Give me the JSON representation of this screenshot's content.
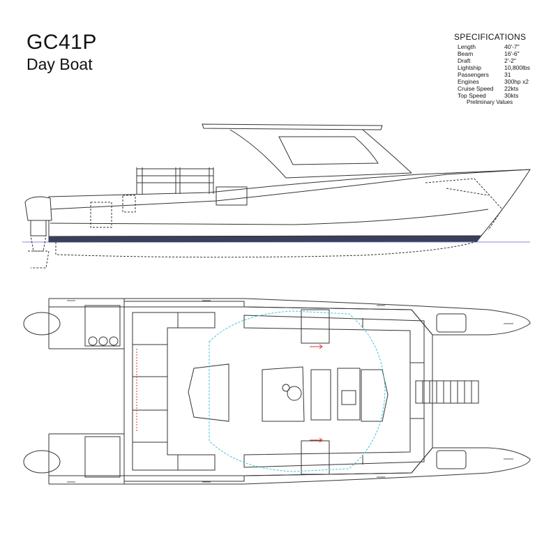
{
  "title": {
    "model": "GC41P",
    "subtitle": "Day Boat"
  },
  "specifications": {
    "heading": "SPECIFICATIONS",
    "rows": [
      {
        "label": "Length",
        "value": "40'-7\""
      },
      {
        "label": "Beam",
        "value": "16'-6\""
      },
      {
        "label": "Draft",
        "value": "2'-2\""
      },
      {
        "label": "Lightship",
        "value": "10,800lbs"
      },
      {
        "label": "Passengers",
        "value": "31"
      },
      {
        "label": "Engines",
        "value": "300hp x2"
      },
      {
        "label": "Cruise Speed",
        "value": "22kts"
      },
      {
        "label": "Top Speed",
        "value": "30kts"
      }
    ],
    "note": "Preliminary Values"
  },
  "colors": {
    "line": "#333333",
    "waterline": "#8a8ad8",
    "bottom_paint": "#3a3f5c",
    "hidden_cyan": "#3fc4d8",
    "arrow_red": "#e03030"
  }
}
